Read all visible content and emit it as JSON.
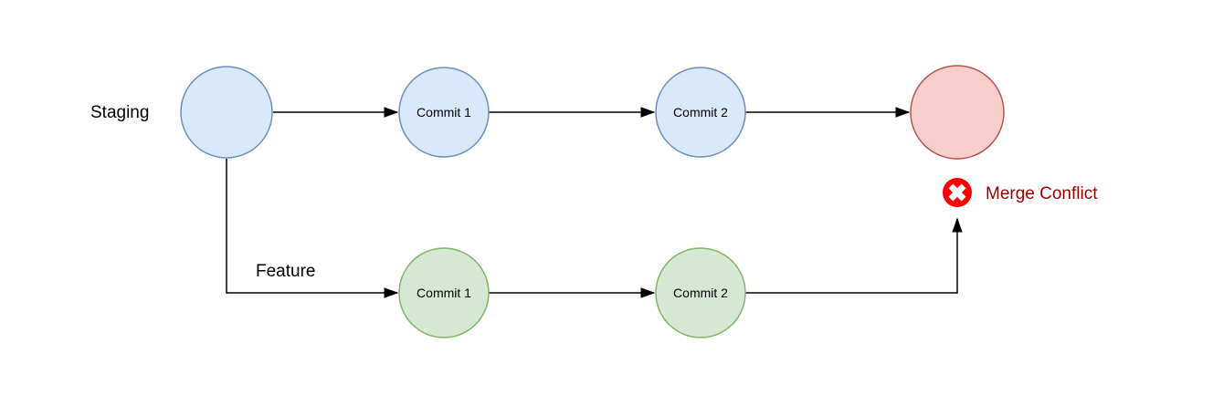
{
  "diagram": {
    "type": "git-branch-merge-conflict-flow",
    "staging_branch": {
      "label": "Staging",
      "commits": [
        "Commit 1",
        "Commit 2"
      ]
    },
    "feature_branch": {
      "label": "Feature",
      "commits": [
        "Commit 1",
        "Commit 2"
      ]
    },
    "merge_conflict": {
      "label": "Merge Conflict",
      "icon": "x-circle-error-icon"
    },
    "colors": {
      "staging_node_fill": "#dae8fc",
      "staging_node_stroke": "#6c8ebf",
      "feature_node_fill": "#d5e8d4",
      "feature_node_stroke": "#82b366",
      "merge_node_fill": "#f8cecc",
      "merge_node_stroke": "#b85450",
      "error_icon_fill": "#ff0000",
      "error_icon_x": "#ffffff",
      "merge_conflict_text": "#990000",
      "connector": "#000000",
      "background": "#ffffff"
    }
  }
}
